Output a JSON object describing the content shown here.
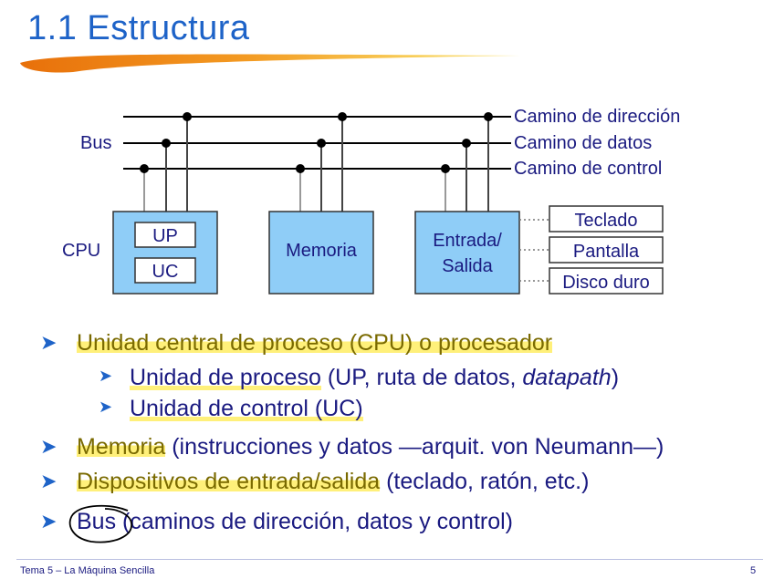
{
  "title": "1.1  Estructura",
  "diagram": {
    "bus_label": "Bus",
    "cpu_label": "CPU",
    "paths": [
      "Camino de dirección",
      "Camino de datos",
      "Camino de control"
    ],
    "cpu_units": [
      "UP",
      "UC"
    ],
    "memory": "Memoria",
    "io_line1": "Entrada/",
    "io_line2": "Salida",
    "devices": [
      "Teclado",
      "Pantalla",
      "Disco duro"
    ]
  },
  "bullets": {
    "b1": "Unidad central de proceso (CPU) o procesador",
    "b1a_hl": "Unidad de proceso",
    "b1a_rest": " (UP, ruta de datos, ",
    "b1a_italic": "datapath",
    "b1a_end": ")",
    "b1b_hl": "Unidad de control",
    "b1b_rest": " (UC)",
    "b2_hl": "Memoria",
    "b2_rest": " (instrucciones y datos —arquit. von Neumann—)",
    "b3_hl": "Dispositivos de entrada/salida",
    "b3_rest": " (teclado, ratón, etc.)",
    "b4_hl": "Bus",
    "b4_rest": " (caminos de dirección, datos y control)"
  },
  "footer": {
    "left": "Tema 5 – La Máquina Sencilla",
    "right": "5"
  },
  "colors": {
    "title": "#1e63c8",
    "text": "#1a1a80",
    "box_fill": "#8fcdf7",
    "highlight": "#fff07a",
    "swoosh": "#f08a1c"
  }
}
